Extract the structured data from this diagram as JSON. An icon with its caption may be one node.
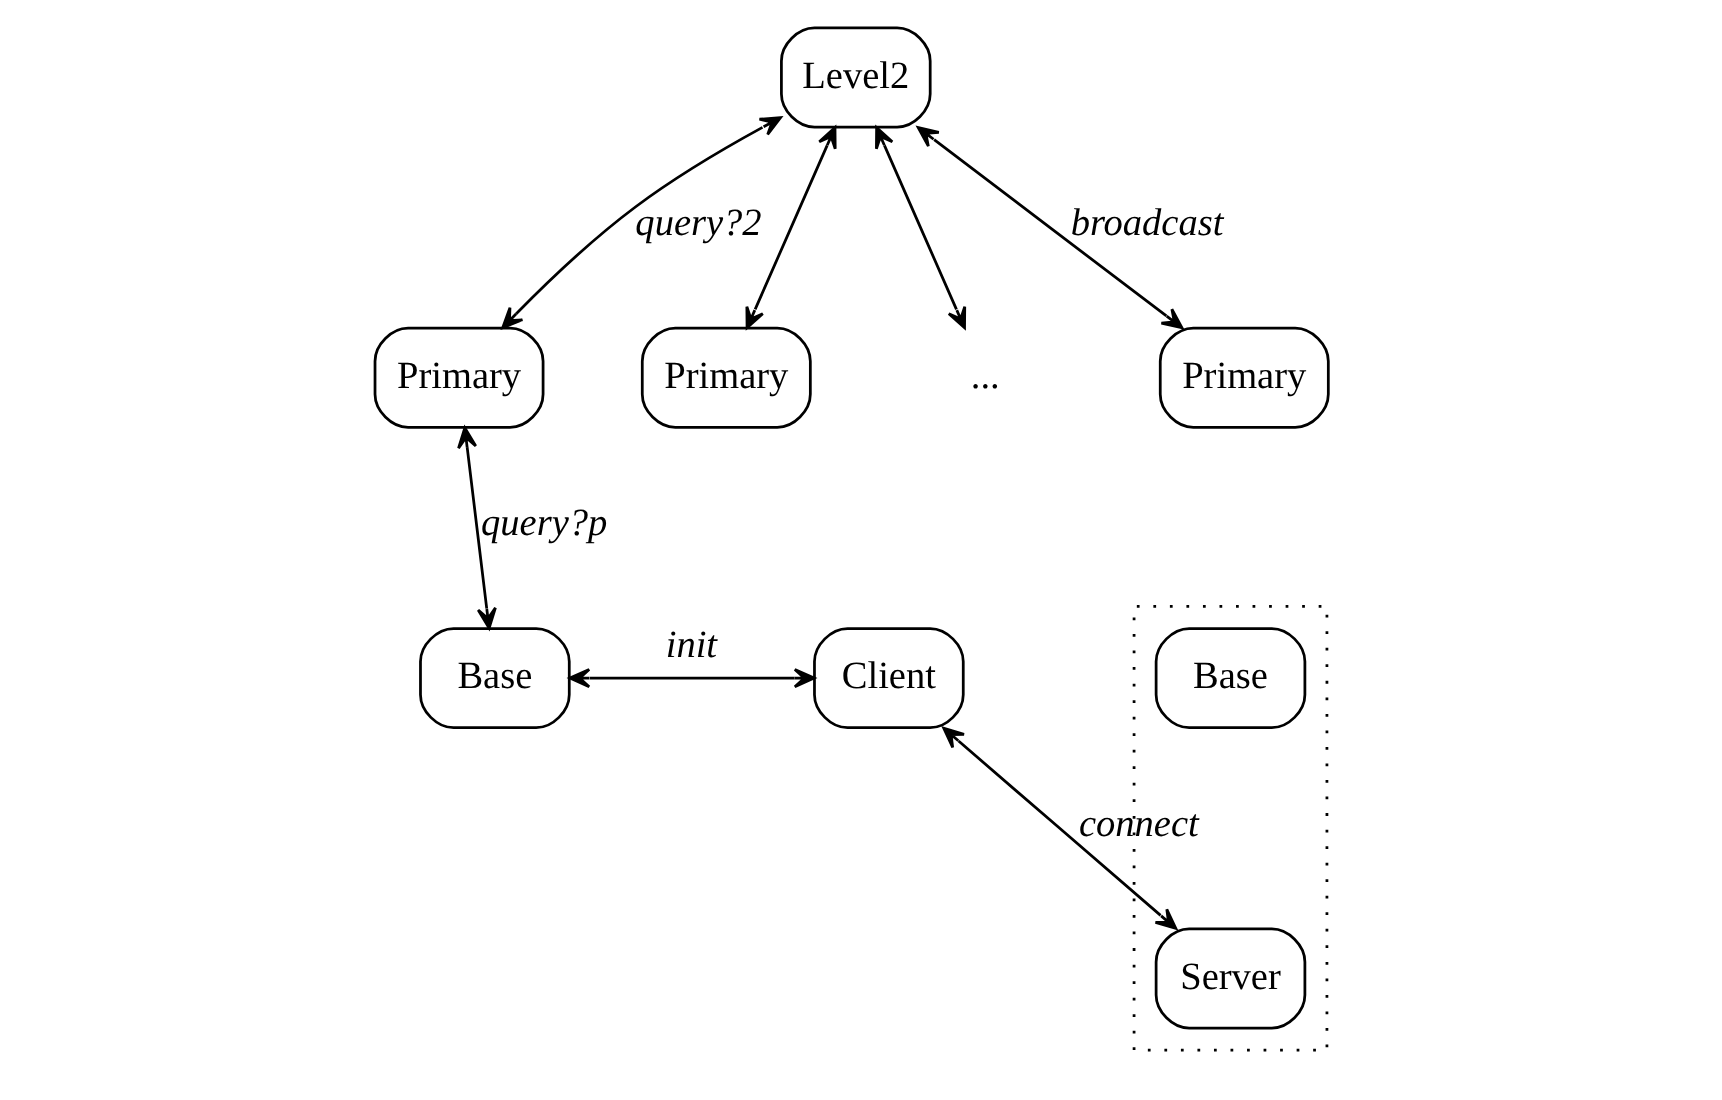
{
  "diagram": {
    "nodes": [
      {
        "text": [
          "Level2"
        ]
      },
      {
        "text": [
          "Primary"
        ]
      },
      {
        "text": [
          "Primary"
        ]
      },
      {
        "text": [
          "..."
        ]
      },
      {
        "text": [
          "Primary"
        ]
      },
      {
        "text": [
          "Client"
        ]
      },
      {
        "text": [
          "Base"
        ]
      },
      {
        "text": [],
        "shape": "box"
      },
      {
        "text": [
          "Base"
        ],
        "in": 7
      },
      {
        "text": [
          "Server"
        ],
        "in": 7
      }
    ],
    "edges": [
      {
        "from": 0,
        "to": 1,
        "arrow": "both",
        "label": "query?2"
      },
      {
        "from": 0,
        "to": 2,
        "arrow": "both"
      },
      {
        "from": 0,
        "to": 3,
        "arrow": "both"
      },
      {
        "from": 0,
        "to": 4,
        "arrow": "both",
        "label": "broadcast"
      },
      {
        "from": 1,
        "to": 6,
        "arrow": "both",
        "label": "query?p"
      },
      {
        "from": 5,
        "to": 6,
        "arrow": "both",
        "label": "init"
      },
      {
        "from": 5,
        "to": 9,
        "arrow": "both",
        "label": "connect"
      }
    ]
  }
}
